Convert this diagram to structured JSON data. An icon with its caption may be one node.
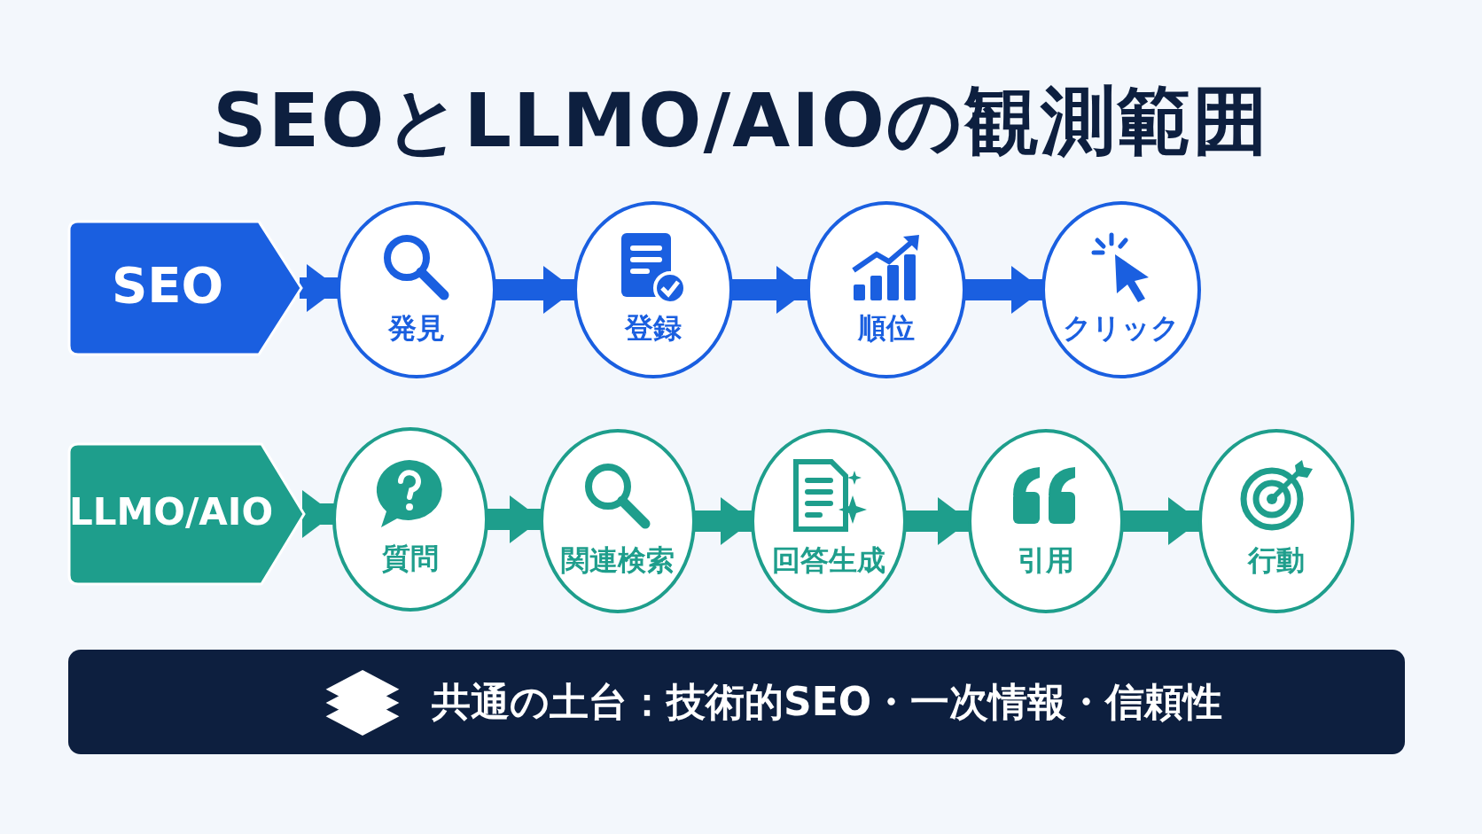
{
  "diagram": {
    "title": "SEOとLLMO/AIOの観測範囲",
    "nodes": [
      {
        "text": [
          "SEO"
        ]
      },
      {
        "text": [
          "発見"
        ]
      },
      {
        "text": [
          "登録"
        ]
      },
      {
        "text": [
          "順位"
        ]
      },
      {
        "text": [
          "クリック"
        ]
      },
      {
        "text": [
          "LLMO/AIO"
        ]
      },
      {
        "text": [
          "質問"
        ]
      },
      {
        "text": [
          "関連検索"
        ]
      },
      {
        "text": [
          "回答生成"
        ]
      },
      {
        "text": [
          "引用"
        ]
      },
      {
        "text": [
          "行動"
        ]
      },
      {
        "text": [
          "共通の土台：技術的SEO・一次情報・信頼性"
        ]
      }
    ],
    "edges": [
      {
        "from": 0,
        "to": 1,
        "arrow": "to",
        "color": "#1a5fe0"
      },
      {
        "from": 1,
        "to": 2,
        "arrow": "to",
        "color": "#1a5fe0"
      },
      {
        "from": 2,
        "to": 3,
        "arrow": "to",
        "color": "#1a5fe0"
      },
      {
        "from": 3,
        "to": 4,
        "arrow": "to",
        "color": "#1a5fe0"
      },
      {
        "from": 5,
        "to": 6,
        "arrow": "to"
      },
      {
        "from": 6,
        "to": 7,
        "arrow": "to"
      },
      {
        "from": 7,
        "to": 8,
        "arrow": "to"
      },
      {
        "from": 8,
        "to": 9,
        "arrow": "to"
      },
      {
        "from": 9,
        "to": 10,
        "arrow": "to"
      }
    ]
  }
}
